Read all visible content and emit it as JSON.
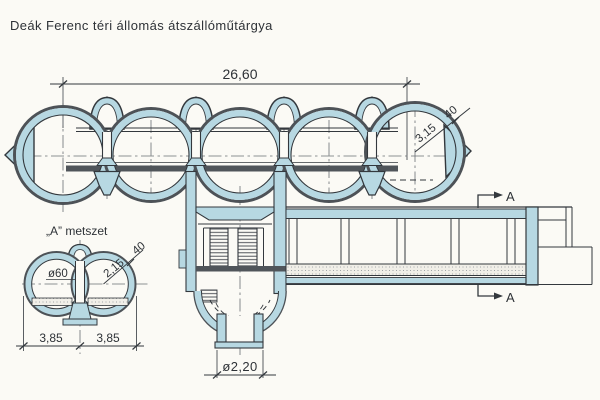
{
  "title": "Deák Ferenc téri állomás átszállóműtárgya",
  "dimensions": {
    "overall_width": "26,60",
    "tube_radius": "3,15",
    "tube_lining_thickness": "40",
    "shaft_diameter": "ø2,20"
  },
  "section_detail": {
    "label": "„A” metszet",
    "column_diameter": "ø60",
    "tube_radius": "2,15",
    "lining_thickness": "40",
    "half_width_left": "3,85",
    "half_width_right": "3,85"
  },
  "section_markers": {
    "top": "A",
    "bottom": "A"
  },
  "colors": {
    "paper": "#fbfaf5",
    "line": "#33383d",
    "ring_outer": "#4d5257",
    "structure_blue": "#b7d8e2",
    "slab_dark": "#50555a",
    "dot_floor_bg": "#f1efe8"
  }
}
